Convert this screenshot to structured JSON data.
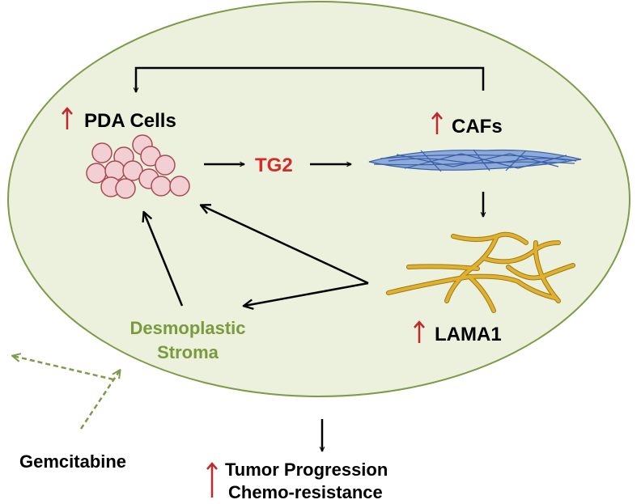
{
  "labels": {
    "pda_cells": "PDA Cells",
    "tg2": "TG2",
    "cafs": "CAFs",
    "lama1": "LAMA1",
    "desmoplastic_line1": "Desmoplastic",
    "desmoplastic_line2": "Stroma",
    "gemcitabine": "Gemcitabine",
    "outcome_line1": "Tumor Progression",
    "outcome_line2": "Chemo-resistance"
  },
  "colors": {
    "ellipse_fill": "#ebf1dd",
    "ellipse_stroke": "#7f9a48",
    "stroma_text": "#7a9a3c",
    "tg2_text": "#d42a2a",
    "up_arrow": "#c0282b",
    "cell_fill": "#f2cfd2",
    "cell_stroke": "#a84a55",
    "caf_fill": "#8eaadb",
    "caf_stroke": "#3a5fa5",
    "fiber": "#e0b030",
    "fiber_edge": "#a07a10",
    "dashed": "#7f9a48",
    "arrow": "#000000"
  }
}
